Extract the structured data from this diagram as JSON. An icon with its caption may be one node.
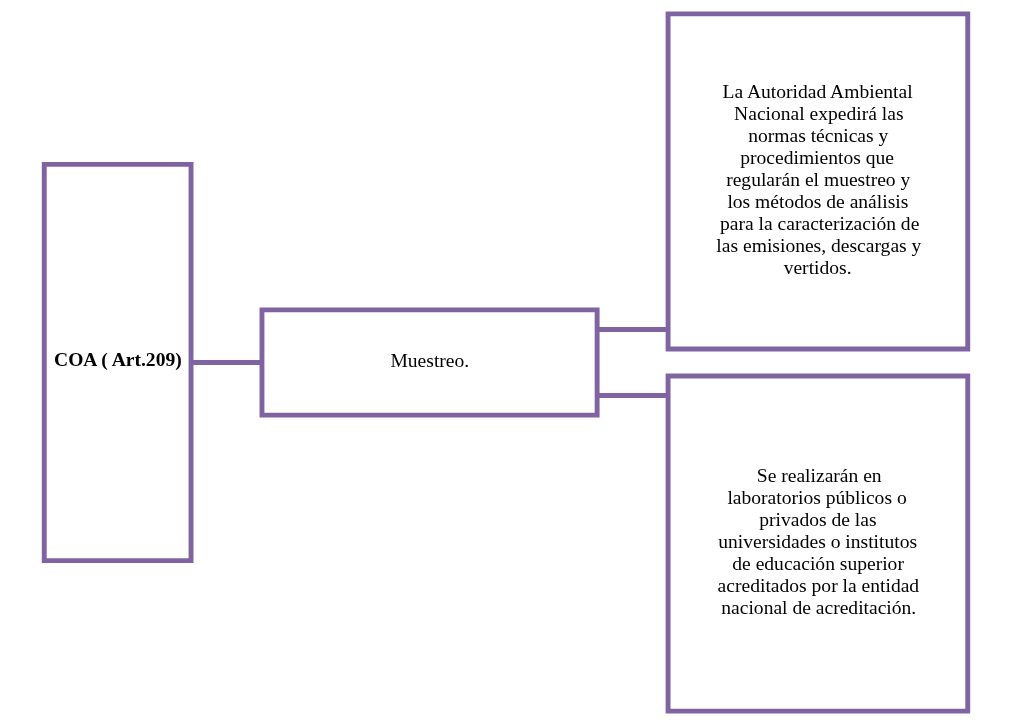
{
  "diagram": {
    "nodes": [
      {
        "text": [
          "COA ( Art.209)"
        ]
      },
      {
        "text": [
          "Muestreo."
        ]
      },
      {
        "text": [
          "La Autoridad Ambiental Nacional expedirá las normas técnicas y procedimientos que regularán el muestreo y los métodos de análisis para la caracterización de las emisiones, descargas y vertidos."
        ]
      },
      {
        "text": [
          "Se realizarán en laboratorios públicos o privados de las universidades o institutos de educación superior acreditados por la entidad nacional de acreditación."
        ]
      }
    ],
    "edges": [
      {
        "from": 0,
        "to": 1,
        "arrow": "none"
      },
      {
        "from": 1,
        "to": 2,
        "arrow": "none"
      },
      {
        "from": 1,
        "to": 3,
        "arrow": "none"
      }
    ]
  }
}
